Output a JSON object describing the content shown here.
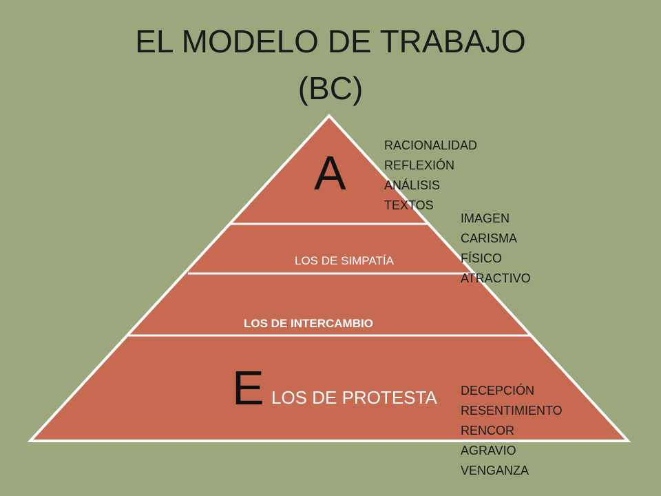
{
  "title": {
    "line1": "EL MODELO DE TRABAJO",
    "line2": "(BC)"
  },
  "colors": {
    "background": "#9ba77c",
    "pyramid": "#c66a52",
    "stroke": "#ffffff"
  },
  "pyramid": {
    "tier_a_letter": "A",
    "tier_simpatia": "LOS DE SIMPATÍA",
    "tier_intercambio": "LOS DE INTERCAMBIO",
    "tier_e_letter": "E",
    "tier_protesta": "LOS DE PROTESTA"
  },
  "lists": {
    "a": [
      "RACIONALIDAD",
      "REFLEXIÓN",
      "ANÁLISIS",
      "TEXTOS"
    ],
    "simpatia": [
      "IMAGEN",
      "CARISMA",
      "FÍSICO",
      "ATRACTIVO"
    ],
    "e": [
      "DECEPCIÓN",
      "RESENTIMIENTO",
      "RENCOR",
      "AGRAVIO",
      "VENGANZA"
    ]
  }
}
